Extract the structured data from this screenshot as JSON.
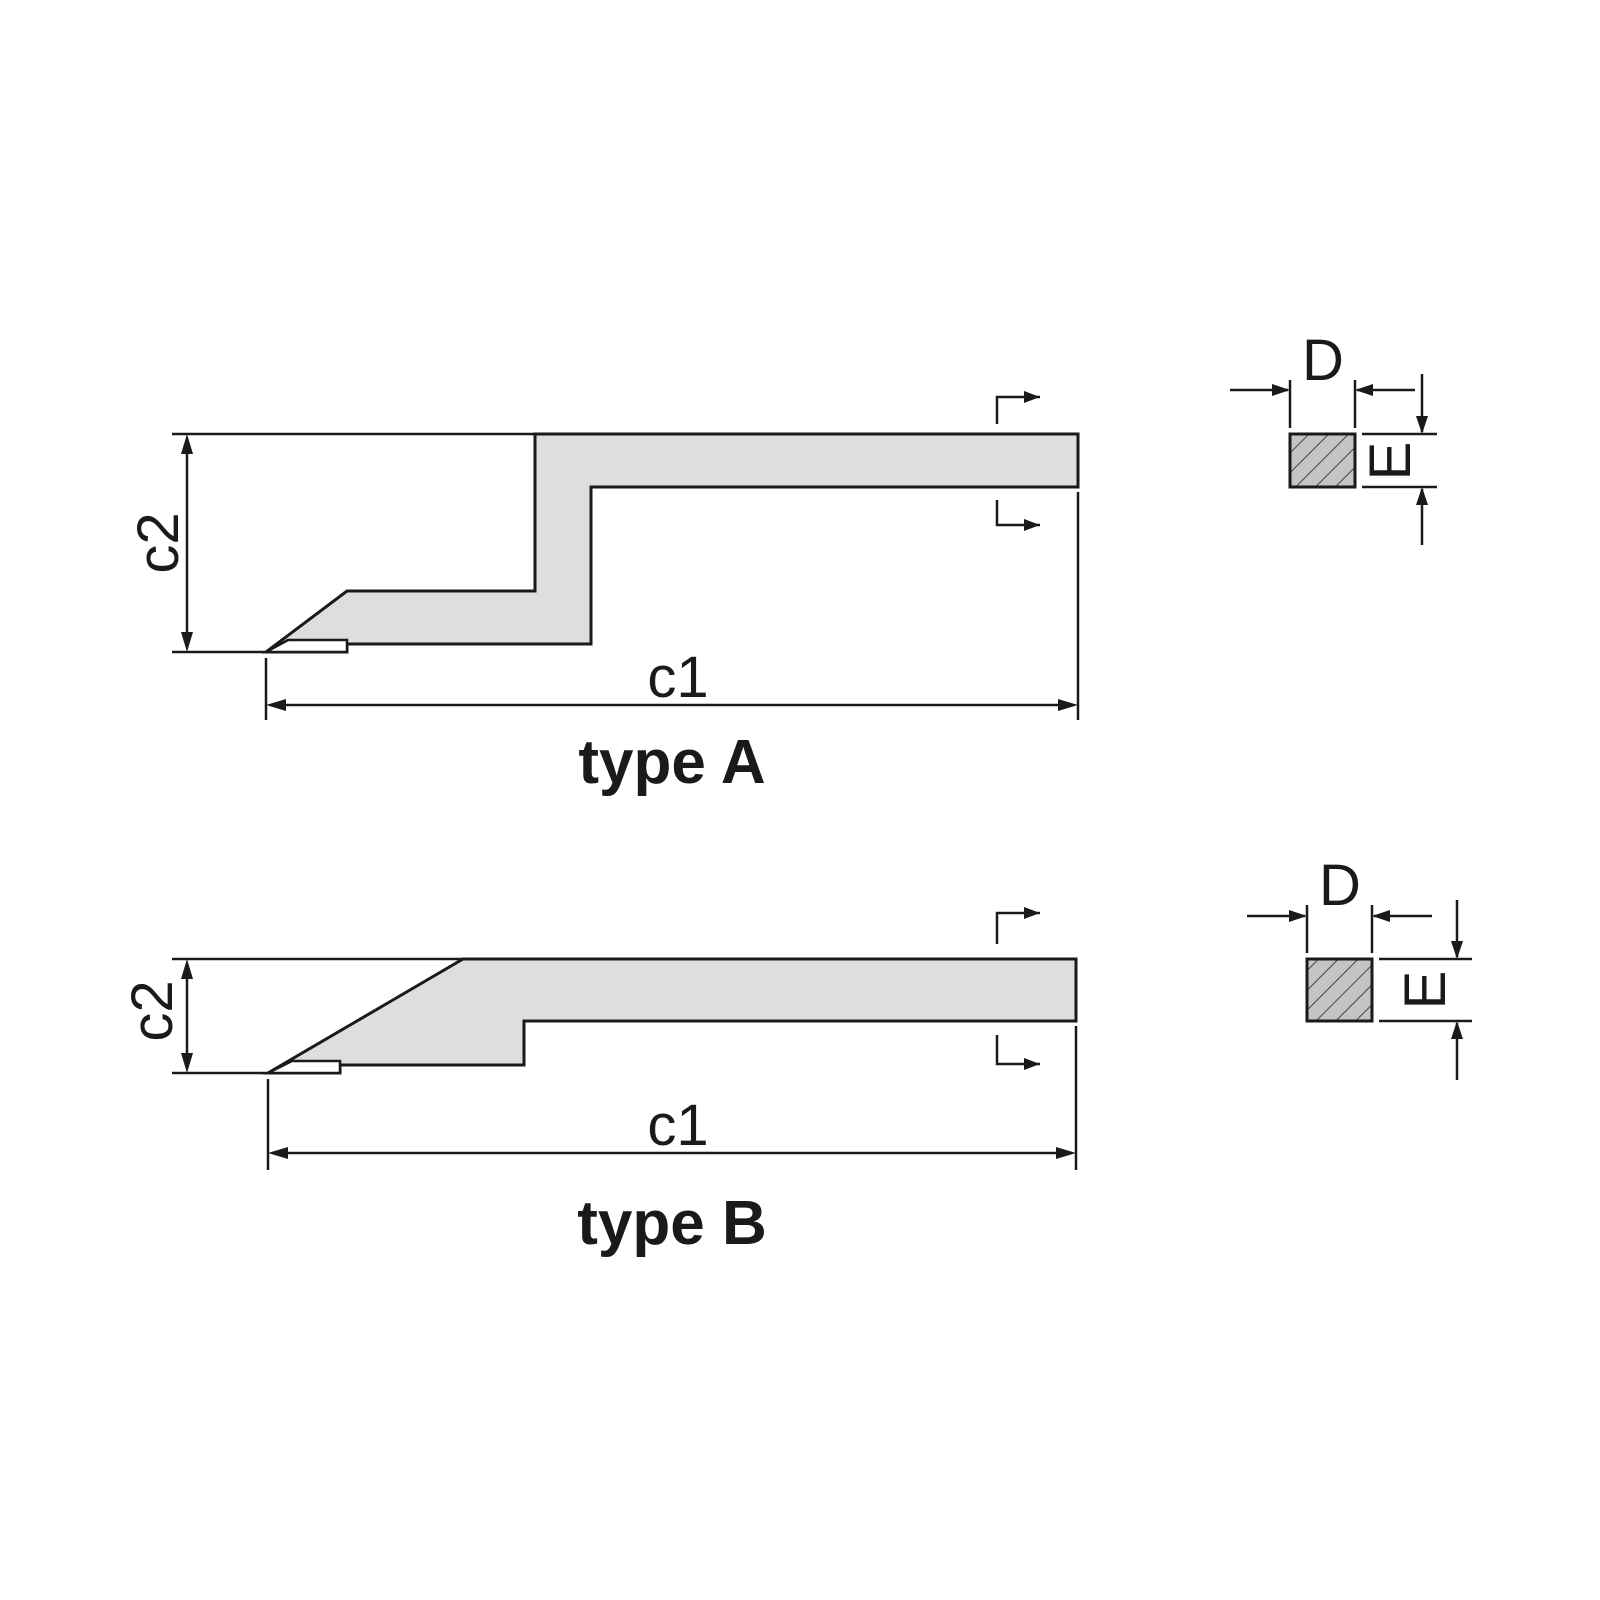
{
  "type_a": {
    "title": "type A",
    "dim_length": "c1",
    "dim_height": "c2",
    "section_width": "D",
    "section_height": "E"
  },
  "type_b": {
    "title": "type B",
    "dim_length": "c1",
    "dim_height": "c2",
    "section_width": "D",
    "section_height": "E"
  },
  "colors": {
    "line": "#1a1a1a",
    "fill": "#dedede",
    "section_fill": "#bdbdbd"
  }
}
